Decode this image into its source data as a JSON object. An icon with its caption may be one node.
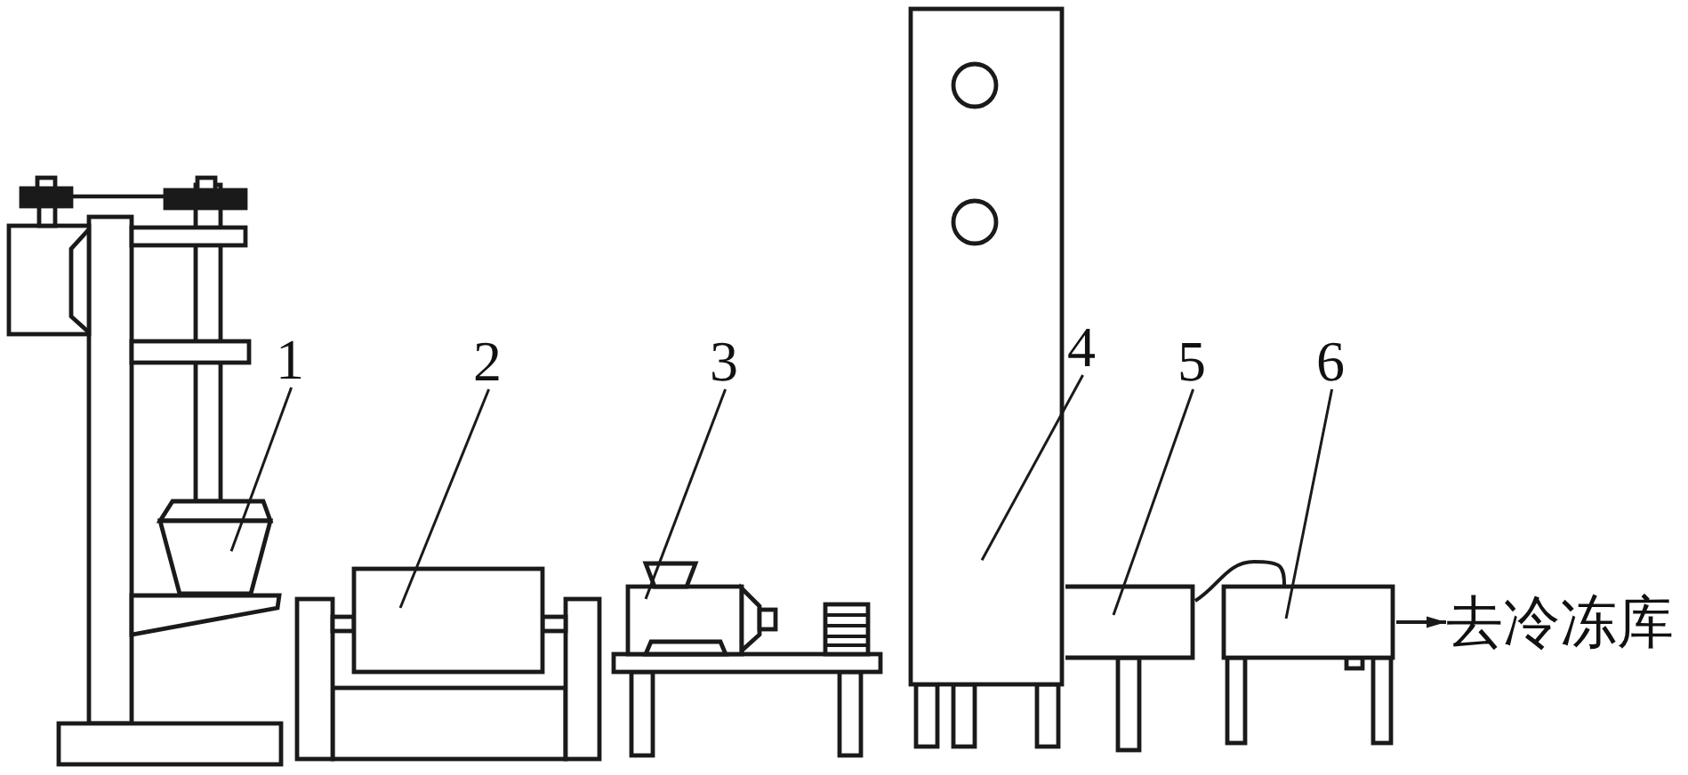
{
  "diagram": {
    "nodes": [
      {
        "text": [
          "1"
        ]
      },
      {
        "text": [],
        "shape": "picture"
      },
      {
        "text": [
          "2"
        ]
      },
      {
        "text": [],
        "shape": "picture"
      },
      {
        "text": [
          "3"
        ]
      },
      {
        "text": [],
        "shape": "picture"
      },
      {
        "text": [
          "4"
        ]
      },
      {
        "text": [],
        "shape": "picture"
      },
      {
        "text": [
          "5"
        ]
      },
      {
        "text": [],
        "shape": "picture"
      },
      {
        "text": [
          "6"
        ]
      },
      {
        "text": [],
        "shape": "picture"
      },
      {
        "text": [
          "去冷冻库"
        ]
      }
    ],
    "edges": [
      {
        "from": 0,
        "to": 1,
        "arrow": "none"
      },
      {
        "from": 2,
        "to": 3,
        "arrow": "none"
      },
      {
        "from": 4,
        "to": 5,
        "arrow": "none"
      },
      {
        "from": 6,
        "to": 7,
        "arrow": "none"
      },
      {
        "from": 8,
        "to": 9,
        "arrow": "none"
      },
      {
        "from": 10,
        "to": 11,
        "arrow": "none"
      },
      {
        "from": 9,
        "to": 11,
        "arrow": "none"
      },
      {
        "from": 11,
        "to": 12,
        "arrow": "to"
      }
    ]
  }
}
